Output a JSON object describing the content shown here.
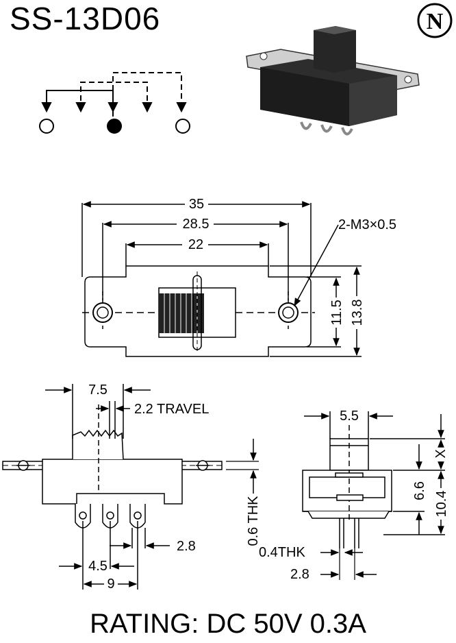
{
  "title": "SS-13D06",
  "rating": "RATING: DC 50V 0.3A",
  "brand_logo": "N",
  "top_view": {
    "dim_35": "35",
    "dim_28_5": "28.5",
    "dim_22": "22",
    "screw_label": "2-M3×0.5",
    "dim_11_5": "11.5",
    "dim_13_8": "13.8"
  },
  "front_view": {
    "dim_7_5": "7.5",
    "travel_label": "2.2 TRAVEL",
    "dim_2_8": "2.8",
    "dim_4_5": "4.5",
    "dim_9": "9",
    "thk_label": "0.6 THK"
  },
  "side_view": {
    "dim_5_5": "5.5",
    "dim_x": "X",
    "dim_6_6": "6.6",
    "dim_10_4": "10.4",
    "thk_label": "0.4THK",
    "dim_2_8": "2.8"
  }
}
